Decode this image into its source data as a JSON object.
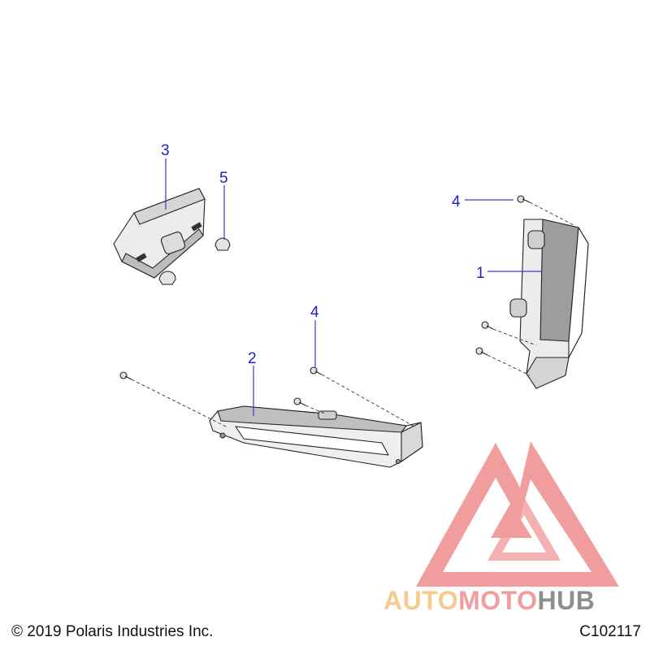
{
  "callouts": {
    "c1": "1",
    "c2": "2",
    "c3": "3",
    "c4a": "4",
    "c4b": "4",
    "c5": "5"
  },
  "footer": {
    "copyright": "© 2019 Polaris Industries Inc.",
    "diagram_code": "C102117"
  },
  "watermark": {
    "brand_part1": "AUTO",
    "brand_part2": "MOTO",
    "brand_part3": "HUB"
  },
  "colors": {
    "callout": "#1f1fcf",
    "watermark_red": "#f08c8c",
    "watermark_orange": "#f5c27a",
    "watermark_gray": "#7b7b7b"
  }
}
